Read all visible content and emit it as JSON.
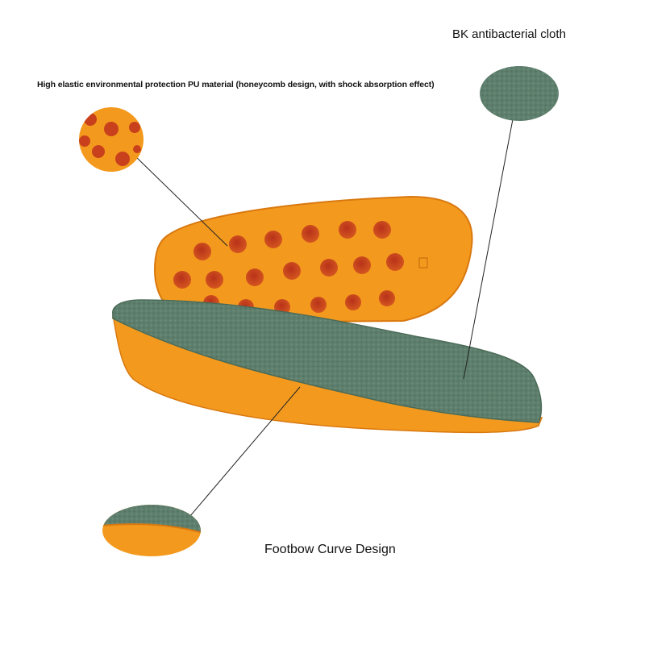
{
  "labels": {
    "pu_material": "High elastic environmental protection PU material (honeycomb design, with shock absorption effect)",
    "bk_cloth": "BK antibacterial cloth",
    "footbow": "Footbow Curve Design"
  },
  "colors": {
    "background": "#ffffff",
    "foam_orange": "#f39a1e",
    "foam_dark": "#d9780f",
    "hole_red": "#c9411c",
    "fabric_green": "#5e7f6d",
    "leader_line": "#222222"
  }
}
